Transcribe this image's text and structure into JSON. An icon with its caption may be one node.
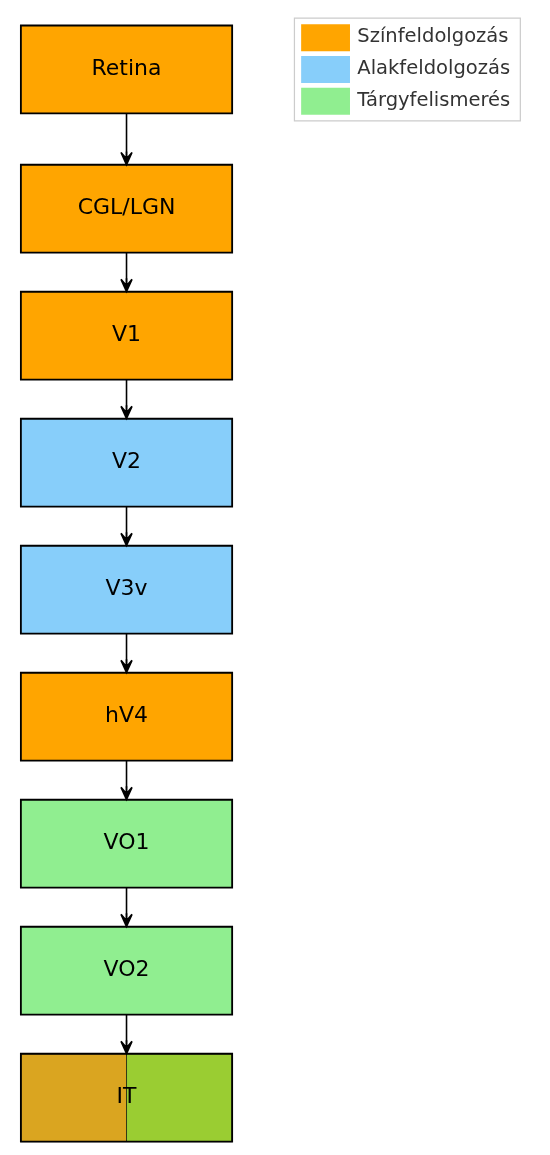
{
  "diagram": {
    "nodes": [
      {
        "text": [
          "Retina"
        ]
      },
      {
        "text": [
          "CGL/LGN"
        ]
      },
      {
        "text": [
          "V1"
        ]
      },
      {
        "text": [
          "V2"
        ]
      },
      {
        "text": [
          "V3v"
        ]
      },
      {
        "text": [
          "hV4"
        ]
      },
      {
        "text": [
          "VO1"
        ]
      },
      {
        "text": [
          "VO2"
        ]
      },
      {
        "text": [
          "IT"
        ]
      }
    ],
    "edges": [
      {
        "from": 0,
        "to": 1,
        "arrow": "to"
      },
      {
        "from": 1,
        "to": 2,
        "arrow": "to"
      },
      {
        "from": 2,
        "to": 3,
        "arrow": "to"
      },
      {
        "from": 3,
        "to": 4,
        "arrow": "to"
      },
      {
        "from": 4,
        "to": 5,
        "arrow": "to"
      },
      {
        "from": 5,
        "to": 6,
        "arrow": "to"
      },
      {
        "from": 6,
        "to": 7,
        "arrow": "to"
      },
      {
        "from": 7,
        "to": 8,
        "arrow": "to"
      }
    ],
    "legend": [
      {
        "text": "Színfeldolgozás",
        "color": "#ffa500"
      },
      {
        "text": "Alakfeldolgozás",
        "color": "#87cefa"
      },
      {
        "text": "Tárgyfelismerés",
        "color": "#90ee90"
      }
    ]
  }
}
